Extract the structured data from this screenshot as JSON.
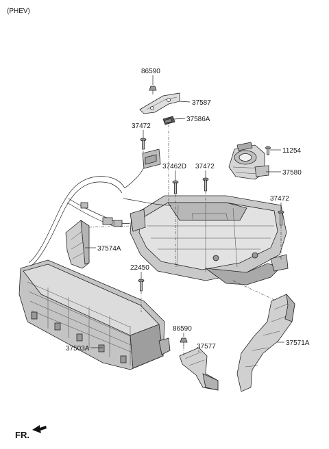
{
  "header": {
    "variant": "(PHEV)"
  },
  "front_label": "FR.",
  "callouts": {
    "c86590_top": "86590",
    "c37587": "37587",
    "c37586A": "37586A",
    "c37472_left": "37472",
    "c11254": "11254",
    "c37462D": "37462D",
    "c37472_mid": "37472",
    "c37580": "37580",
    "c37472_right": "37472",
    "c37574A": "37574A",
    "c22450": "22450",
    "c86590_bottom": "86590",
    "c37577": "37577",
    "c37571A": "37571A",
    "c37503A": "37503A"
  }
}
